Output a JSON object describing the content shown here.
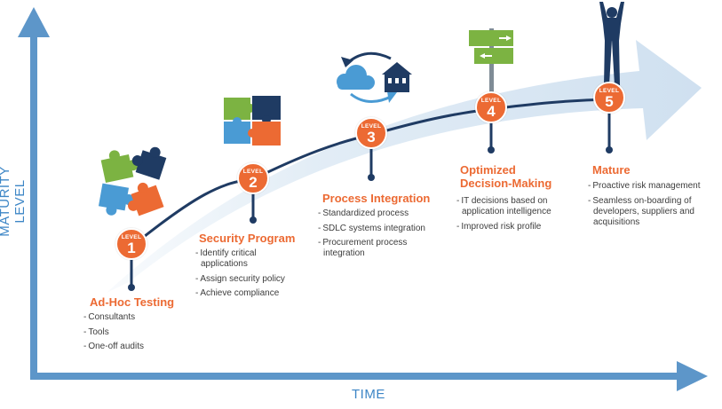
{
  "axes": {
    "y_label": "MATURITY LEVEL",
    "x_label": "TIME"
  },
  "badge_prefix": "LEVEL",
  "colors": {
    "axis_blue": "#3d86c6",
    "orange": "#ec6a33",
    "navy": "#1f3b63",
    "green": "#7cb342",
    "light_blue": "#4a9bd4",
    "band_blue": "#d6e5f2"
  },
  "levels": [
    {
      "number": "1",
      "title_lines": [
        "Ad-Hoc Testing"
      ],
      "bullets": [
        "Consultants",
        "Tools",
        "One-off audits"
      ],
      "icon": "puzzle-pieces-scattered-icon"
    },
    {
      "number": "2",
      "title_lines": [
        "Security Program"
      ],
      "bullets": [
        "Identify critical applications",
        "Assign security policy",
        "Achieve compliance"
      ],
      "icon": "puzzle-assembled-icon"
    },
    {
      "number": "3",
      "title_lines": [
        "Process Integration"
      ],
      "bullets": [
        "Standardized process",
        "SDLC systems integration",
        "Procurement process integration"
      ],
      "icon": "cloud-sync-building-icon"
    },
    {
      "number": "4",
      "title_lines": [
        "Optimized",
        "Decision-Making"
      ],
      "bullets": [
        "IT decisions based on application intelligence",
        "Improved risk profile"
      ],
      "icon": "signpost-icon"
    },
    {
      "number": "5",
      "title_lines": [
        "Mature"
      ],
      "bullets": [
        "Proactive risk management",
        "Seamless on-boarding of developers, suppliers and acquisitions"
      ],
      "icon": "celebrating-person-icon"
    }
  ]
}
